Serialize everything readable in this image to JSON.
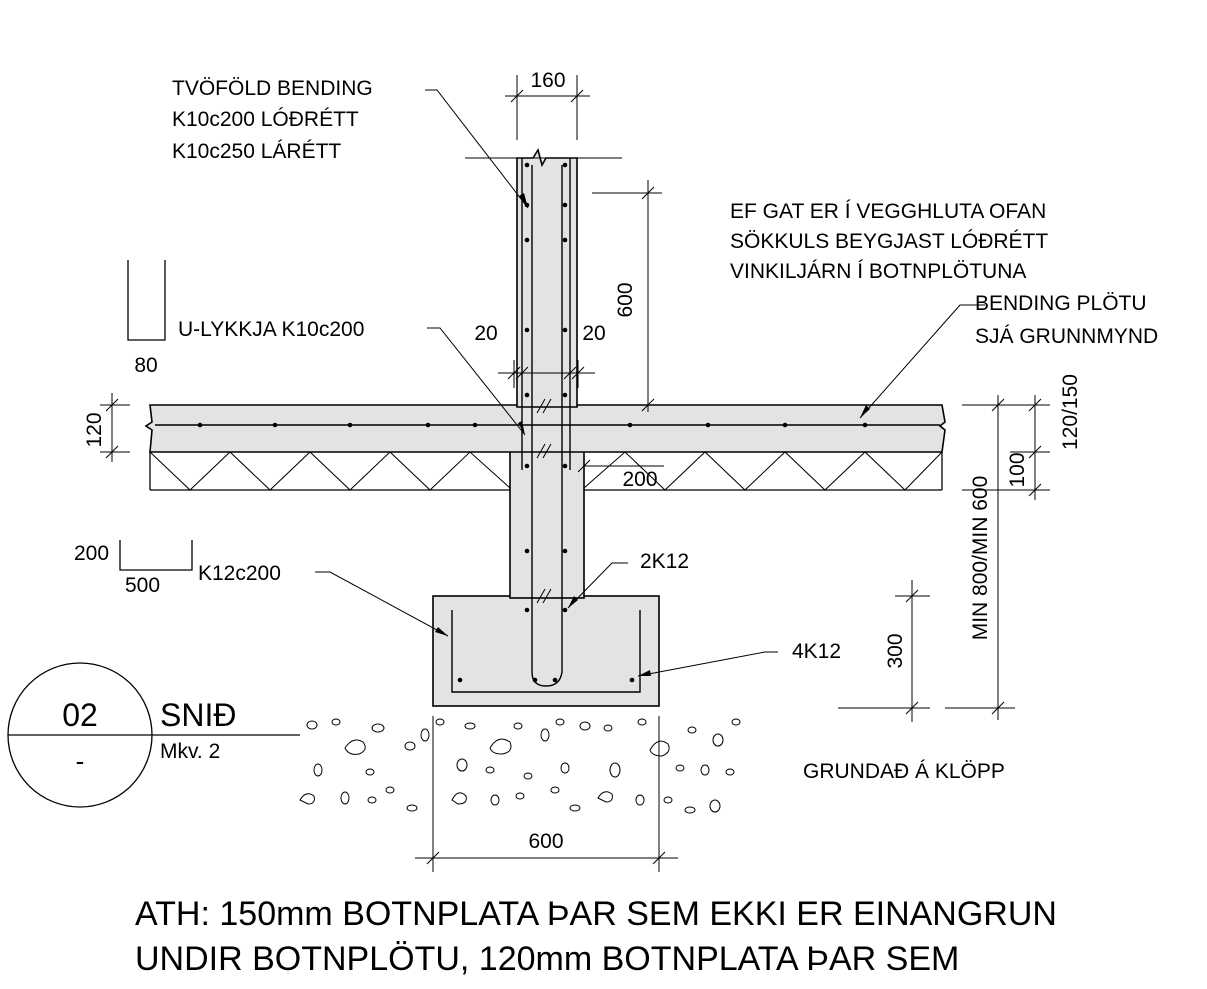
{
  "section": {
    "number": "02",
    "sub": "-",
    "title": "SNIÐ",
    "scale": "Mkv. 2"
  },
  "annotations": {
    "wall_rebar": [
      "TVÖFÖLD BENDING",
      "K10c200 LÓÐRÉTT",
      "K10c250 LÁRÉTT"
    ],
    "opening_note": [
      "EF GAT ER Í VEGGHLUTA OFAN",
      "SÖKKULS BEYGJAST LÓÐRÉTT",
      "VINKILJÁRN Í BOTNPLÖTUNA"
    ],
    "slab_rebar": [
      "BENDING PLÖTU",
      "SJÁ GRUNNMYND"
    ],
    "u_loop": "U-LYKKJA K10c200",
    "footing_bars": "K12c200",
    "bars_2k12": "2K12",
    "bars_4k12": "4K12",
    "rock": "GRUNDAÐ Á KLÖPP"
  },
  "dimensions": {
    "wall_thickness": "160",
    "cover_left": "20",
    "cover_right": "20",
    "lap_length": "600",
    "u_loop_width": "80",
    "slab_thickness_left": "120",
    "slab_thickness_right": "120/150",
    "insulation": "100",
    "stem_width": "200",
    "embedment": "MIN 800/MIN 600",
    "footing_height": "300",
    "footing_width": "600",
    "bar_leg": "200",
    "bar_length": "500"
  },
  "note": [
    "ATH: 150mm BOTNPLATA ÞAR SEM EKKI ER EINANGRUN",
    "UNDIR BOTNPLÖTU, 120mm BOTNPLATA ÞAR SEM"
  ]
}
